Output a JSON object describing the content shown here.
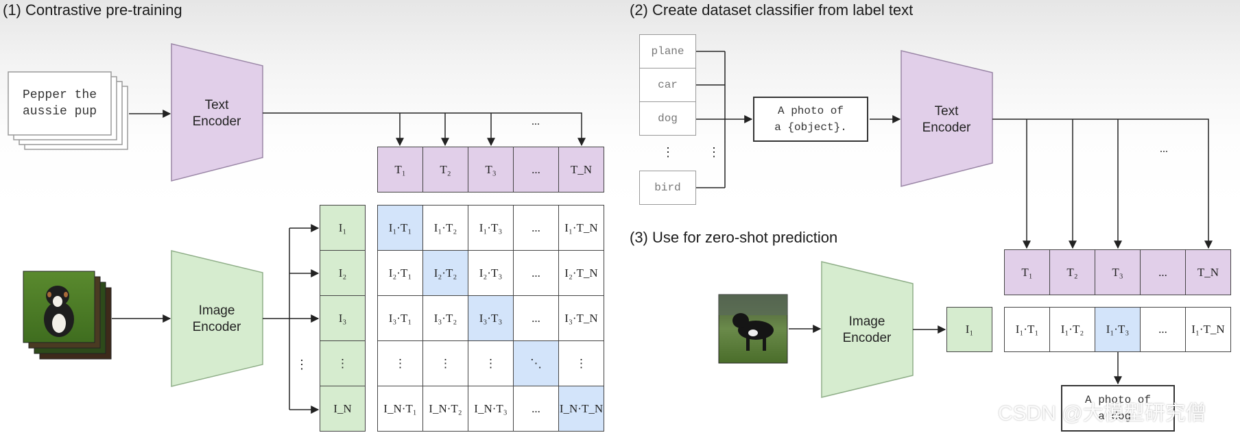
{
  "panel1": {
    "title": "(1) Contrastive pre-training",
    "caption": "Pepper the\naussie pup",
    "text_encoder": "Text\nEncoder",
    "image_encoder": "Image\nEncoder",
    "top_dots": "...",
    "t_labels": [
      "T₁",
      "T₂",
      "T₃",
      "...",
      "T_N"
    ],
    "i_labels": [
      "I₁",
      "I₂",
      "I₃",
      "⋮",
      "I_N"
    ],
    "side_dots": "⋮",
    "matrix": [
      [
        "I₁·T₁",
        "I₁·T₂",
        "I₁·T₃",
        "...",
        "I₁·T_N"
      ],
      [
        "I₂·T₁",
        "I₂·T₂",
        "I₂·T₃",
        "...",
        "I₂·T_N"
      ],
      [
        "I₃·T₁",
        "I₃·T₂",
        "I₃·T₃",
        "...",
        "I₃·T_N"
      ],
      [
        "⋮",
        "⋮",
        "⋮",
        "⋱",
        "⋮"
      ],
      [
        "I_N·T₁",
        "I_N·T₂",
        "I_N·T₃",
        "...",
        "I_N·T_N"
      ]
    ]
  },
  "panel2": {
    "title": "(2) Create dataset classifier from label text",
    "labels": [
      "plane",
      "car",
      "dog",
      "bird"
    ],
    "dots": "⋮",
    "template": "A photo of\na {object}.",
    "text_encoder": "Text\nEncoder",
    "top_dots": "..."
  },
  "panel3": {
    "title": "(3) Use for zero-shot prediction",
    "image_encoder": "Image\nEncoder",
    "i_label": "I₁",
    "t_labels": [
      "T₁",
      "T₂",
      "T₃",
      "...",
      "T_N"
    ],
    "products": [
      "I₁·T₁",
      "I₁·T₂",
      "I₁·T₃",
      "...",
      "I₁·T_N"
    ],
    "result": "A photo of\na dog."
  },
  "watermark": "CSDN @大模型研究僧",
  "colors": {
    "text_purple": "#e1cfe9",
    "image_green": "#d6eccf",
    "highlight_blue": "#d3e4fa"
  }
}
